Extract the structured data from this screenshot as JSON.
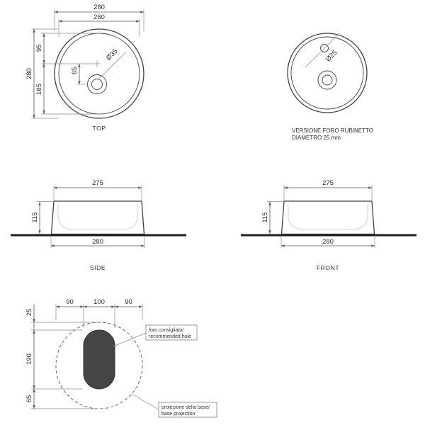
{
  "drawing": {
    "top_view": {
      "label": "TOP",
      "dim_width_outer": "280",
      "dim_width_inner": "260",
      "dim_height_outer": "280",
      "dim_upper": "95",
      "dim_lower": "165",
      "dim_drain_offset": "65",
      "dim_drain_diameter": "Ø35"
    },
    "tap_view": {
      "caption_line1": "VERSIONE FORO RUBINETTO",
      "caption_line2": "DIAMETRO 25 mm",
      "dim_hole_diameter": "Ø25"
    },
    "side_view": {
      "label": "SIDE",
      "dim_top_width": "275",
      "dim_height": "115",
      "dim_bottom_width": "280"
    },
    "front_view": {
      "label": "FRONT",
      "dim_top_width": "275",
      "dim_height": "115",
      "dim_bottom_width": "280"
    },
    "base_view": {
      "dim_offset_top": "25",
      "dim_left": "90",
      "dim_center": "100",
      "dim_right": "90",
      "dim_hole_height": "190",
      "dim_offset_bottom": "65",
      "note_hole_line1": "foro consigliato/",
      "note_hole_line2": "recommended hole",
      "note_projection_line1": "proiezione della base/",
      "note_projection_line2": "base projection"
    }
  }
}
